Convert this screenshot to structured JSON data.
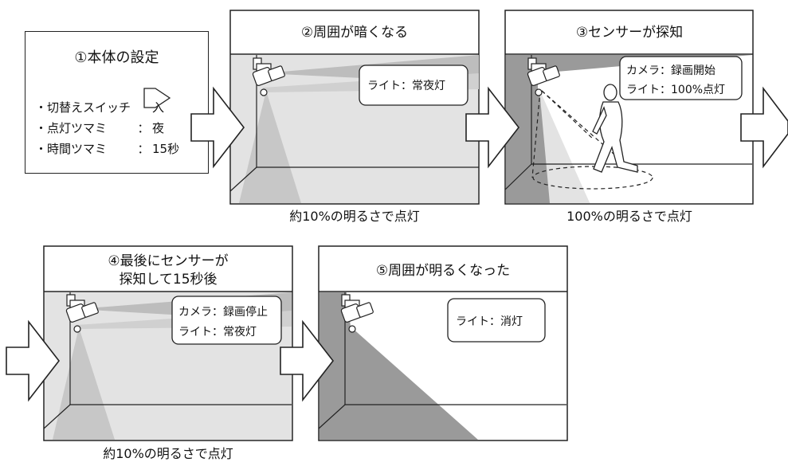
{
  "setup": {
    "title": "①本体の設定",
    "items": [
      {
        "label": "・切替えスイッチ",
        "sep": "",
        "value": "入"
      },
      {
        "label": "・点灯ツマミ",
        "sep": "：",
        "value": "夜"
      },
      {
        "label": "・時間ツマミ",
        "sep": "：",
        "value": "15秒"
      }
    ]
  },
  "panels": [
    {
      "title": "②周囲が暗くなる",
      "status": [
        "ライト：常夜灯"
      ],
      "caption": "約10%の明るさで点灯"
    },
    {
      "title": "③センサーが探知",
      "status": [
        "カメラ：録画開始",
        "ライト：100%点灯"
      ],
      "caption": "100%の明るさで点灯"
    },
    {
      "title_lines": [
        "④最後にセンサーが",
        "探知して15秒後"
      ],
      "status": [
        "カメラ：録画停止",
        "ライト：常夜灯"
      ],
      "caption": "約10%の明るさで点灯"
    },
    {
      "title": "⑤周囲が明るくなった",
      "status": [
        "ライト：消灯"
      ],
      "caption": ""
    }
  ],
  "colors": {
    "dark_room": "#9a9a9a",
    "light_room": "#e3e3e3",
    "beam": "#bdbdbd",
    "outline": "#222222"
  }
}
